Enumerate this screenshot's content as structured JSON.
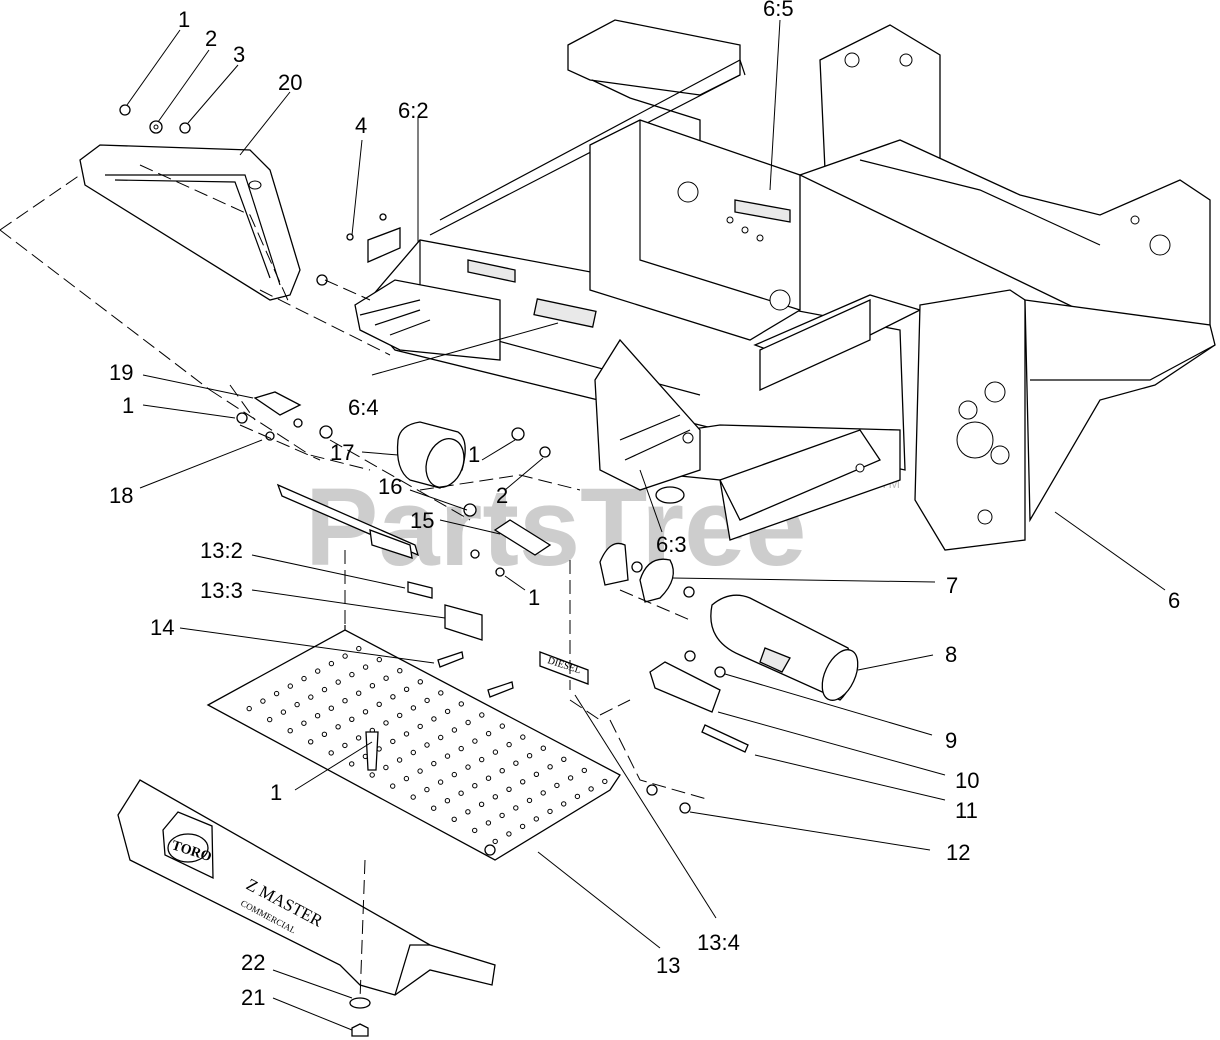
{
  "watermark": {
    "brand": "PartsTree",
    "tm": "TM"
  },
  "plate": {
    "brand": "TORO",
    "model": "Z MASTER",
    "sub": "COMMERCIAL"
  },
  "decal": {
    "text": "DIESEL"
  },
  "callouts": [
    {
      "id": "c1a",
      "text": "1"
    },
    {
      "id": "c2a",
      "text": "2"
    },
    {
      "id": "c3",
      "text": "3"
    },
    {
      "id": "c20",
      "text": "20"
    },
    {
      "id": "c4",
      "text": "4"
    },
    {
      "id": "c62",
      "text": "6:2"
    },
    {
      "id": "c65",
      "text": "6:5"
    },
    {
      "id": "c19",
      "text": "19"
    },
    {
      "id": "c1b",
      "text": "1"
    },
    {
      "id": "c18",
      "text": "18"
    },
    {
      "id": "c64",
      "text": "6:4"
    },
    {
      "id": "c17",
      "text": "17"
    },
    {
      "id": "c1c",
      "text": "1"
    },
    {
      "id": "c2b",
      "text": "2"
    },
    {
      "id": "c16",
      "text": "16"
    },
    {
      "id": "c15",
      "text": "15"
    },
    {
      "id": "c63",
      "text": "6:3"
    },
    {
      "id": "c132",
      "text": "13:2"
    },
    {
      "id": "c1d",
      "text": "1"
    },
    {
      "id": "c7",
      "text": "7"
    },
    {
      "id": "c6",
      "text": "6"
    },
    {
      "id": "c133",
      "text": "13:3"
    },
    {
      "id": "c8",
      "text": "8"
    },
    {
      "id": "c14",
      "text": "14"
    },
    {
      "id": "c9",
      "text": "9"
    },
    {
      "id": "c10",
      "text": "10"
    },
    {
      "id": "c11",
      "text": "11"
    },
    {
      "id": "c1e",
      "text": "1"
    },
    {
      "id": "c12",
      "text": "12"
    },
    {
      "id": "c13",
      "text": "13"
    },
    {
      "id": "c134",
      "text": "13:4"
    },
    {
      "id": "c22",
      "text": "22"
    },
    {
      "id": "c21",
      "text": "21"
    }
  ]
}
